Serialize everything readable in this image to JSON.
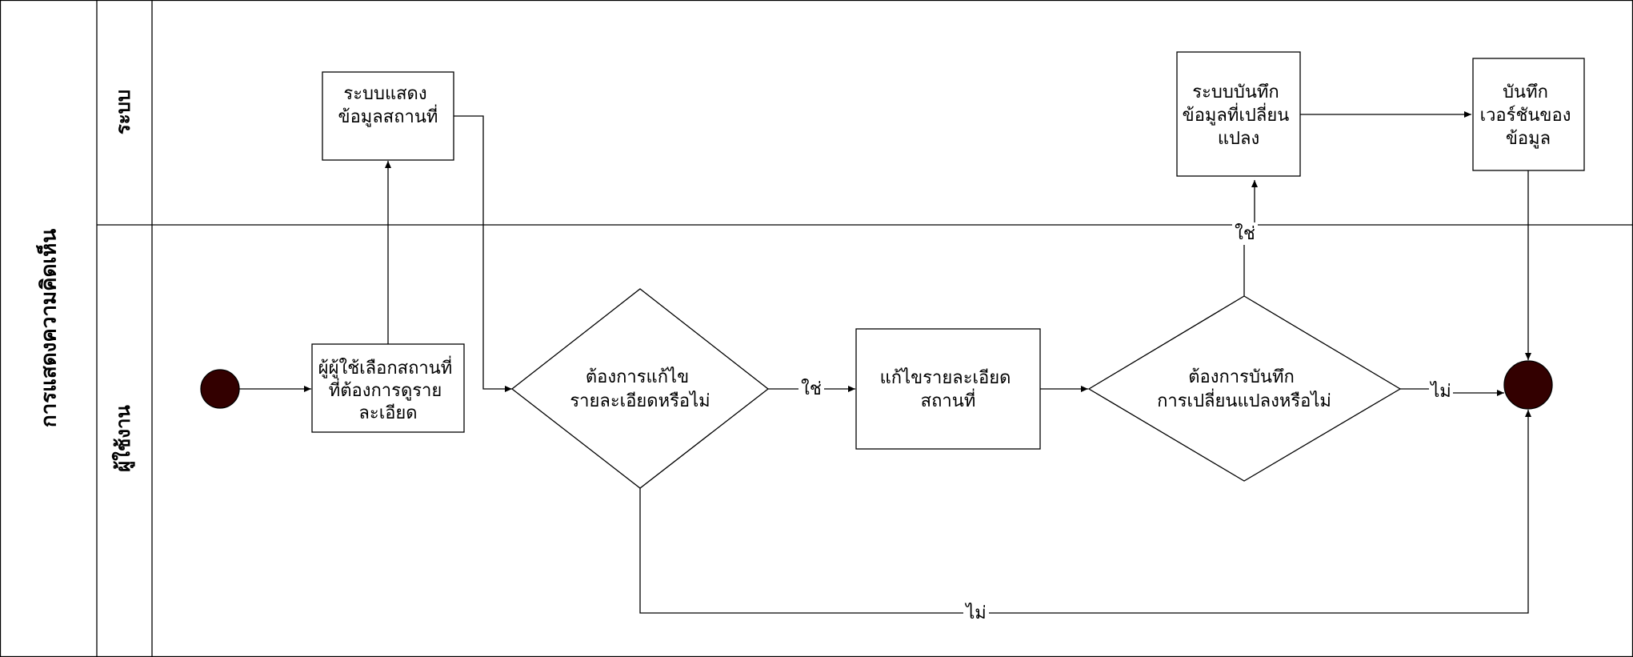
{
  "pool": {
    "title": "การแสดงความคิดเห็น"
  },
  "lanes": {
    "system": {
      "label": "ระบบ"
    },
    "user": {
      "label": "ผู้ใช้งาน"
    }
  },
  "nodes": {
    "select_place": [
      "ผู้ผู้ใช้เลือกสถานที่",
      "ที่ต้องการดูราย",
      "ละเอียด"
    ],
    "show_place": [
      "ระบบแสดง",
      "ข้อมูลสถานที่"
    ],
    "want_edit": [
      "ต้องการแก้ไข",
      "รายละเอียดหรือไม่"
    ],
    "edit_details": [
      "แก้ไขรายละเอียด",
      "สถานที่"
    ],
    "want_save": [
      "ต้องการบันทึก",
      "การเปลี่ยนแปลงหรือไม่"
    ],
    "save_changes": [
      "ระบบบันทึก",
      "ข้อมูลที่เปลี่ยน",
      "แปลง"
    ],
    "save_version": [
      "บันทึก",
      "เวอร์ชันของ",
      "ข้อมูล"
    ]
  },
  "edge_labels": {
    "edit_yes": "ใช่",
    "edit_no": "ไม่",
    "save_yes": "ใช่",
    "save_no": "ไม่"
  },
  "colors": {
    "event_fill": "#330000",
    "line": "#000000",
    "background": "#ffffff"
  }
}
